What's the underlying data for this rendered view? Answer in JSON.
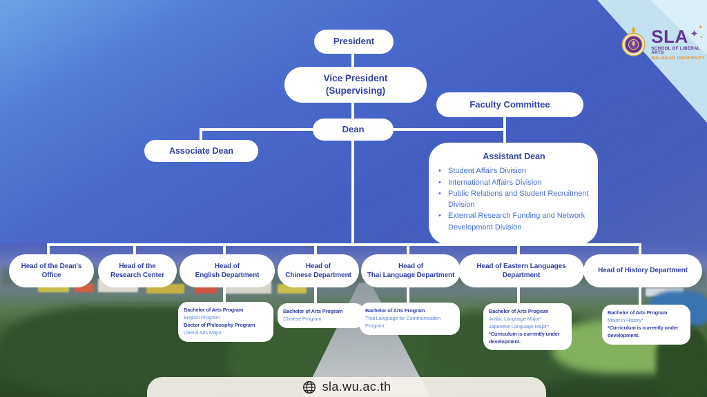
{
  "logo": {
    "acronym": "SLA",
    "school": "SCHOOL OF LIBERAL ARTS",
    "university": "WALAILAK UNIVERSITY"
  },
  "icons": {
    "sparkle": "✦",
    "bullet": "•"
  },
  "footer": {
    "url": "sla.wu.ac.th"
  },
  "colors": {
    "box_text": "#2b3aa3",
    "bullet_text": "#3e68d2",
    "logo_purple": "#5e2f8e",
    "logo_orange": "#ef8e1e",
    "ribbon": "#c2e0f0"
  },
  "chart": {
    "president": "President",
    "vice_president": "Vice President",
    "vice_president_sub": "(Supervising)",
    "faculty_committee": "Faculty Committee",
    "dean": "Dean",
    "associate_dean": "Associate Dean",
    "assistant_dean": {
      "title": "Assistant Dean",
      "divisions": [
        "Student Affairs Division",
        "International Affairs Division",
        "Public Relations and Student Recruitment Division",
        "External Research Funding and Network Development Division"
      ]
    },
    "heads": [
      {
        "lines": [
          "Head of the Dean's",
          "Office"
        ]
      },
      {
        "lines": [
          "Head of the",
          "Research Center"
        ]
      },
      {
        "lines": [
          "Head of",
          "English Department"
        ]
      },
      {
        "lines": [
          "Head of",
          "Chinese Department"
        ]
      },
      {
        "lines": [
          "Head of",
          "Thai Language Department"
        ]
      },
      {
        "lines": [
          "Head of Eastern Languages",
          "Department"
        ]
      },
      {
        "lines": [
          "Head of History Department"
        ]
      }
    ],
    "programs": {
      "english": [
        "Bachelor of Arts Program",
        "English Program",
        "Doctor of Philosophy Program",
        "Liberal Arts Major"
      ],
      "chinese": [
        "Bachelor of Arts Program",
        "Chinese Program"
      ],
      "thai": [
        "Bachelor of Arts Program",
        "Thai Language for Communication Program"
      ],
      "eastern": [
        "Bachelor of Arts Program",
        "Arabic Language Major*",
        "Japanese Language Major*",
        "*Curriculum is currently under development."
      ],
      "history": [
        "Bachelor of Arts Program",
        "Major in History*",
        "*Curriculum is currently under development."
      ]
    }
  }
}
